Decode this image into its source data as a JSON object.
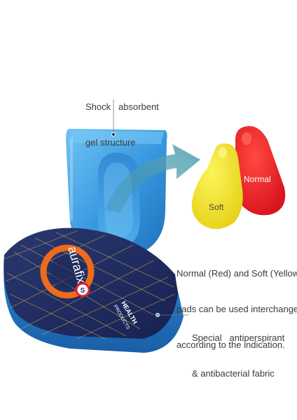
{
  "callouts": {
    "gel": [
      "Shock   absorbent",
      "gel structure"
    ],
    "pads": [
      "Normal (Red) and Soft (Yellow) gel",
      "pads can be used interchangeably",
      "according to the indication."
    ],
    "fabric": [
      "Special   antiperspirant",
      "& antibacterial fabric"
    ]
  },
  "pads": {
    "normal_label": "Normal",
    "soft_label": "Soft",
    "normal_color": "#e8202a",
    "soft_color": "#f2e52a"
  },
  "insole": {
    "brand": "aurafix",
    "size_badge": "S",
    "maker_line1": "HEALTH",
    "maker_line2": "PRODUCTS"
  },
  "colors": {
    "gel_blue": "#3a9ae0",
    "arrow_teal": "#5aa7b8",
    "fabric_navy": "#1f2a5a",
    "ring_orange": "#ef6a1c"
  }
}
